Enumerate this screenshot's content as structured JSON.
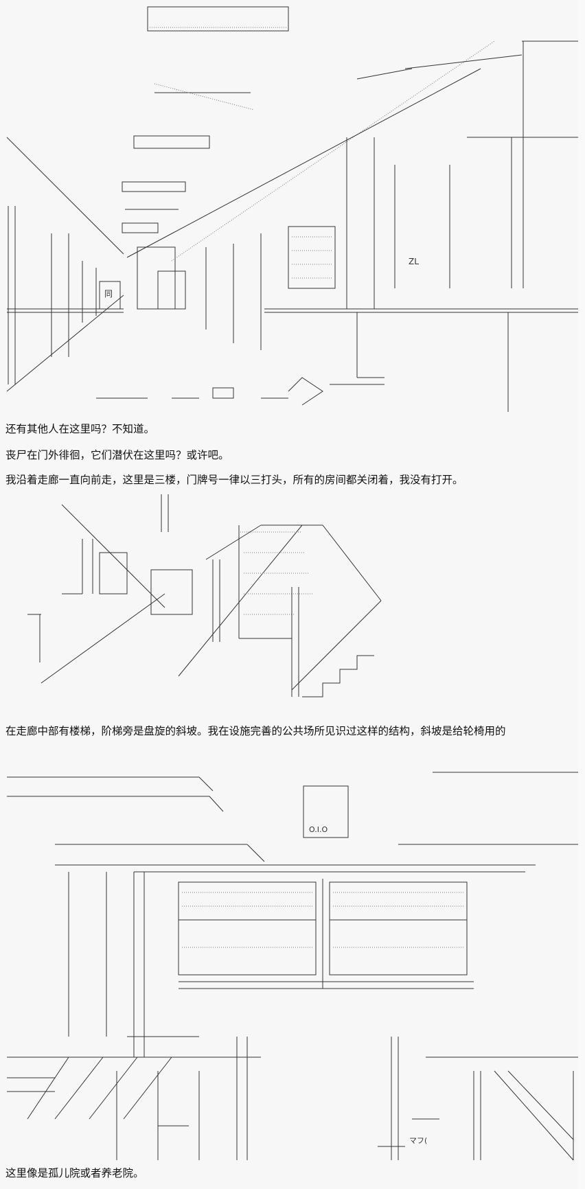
{
  "narration": [
    "还有其他人在这里吗？不知道。",
    "丧尸在门外徘徊，它们潜伏在这里吗？或许吧。",
    "我沿着走廊一直向前走，这里是三楼，门牌号一律以三打头，所有的房间都关闭着，我没有打开。",
    "在走廊中部有楼梯，阶梯旁是盘旋的斜坡。我在设施完善的公共场所见识过这样的结构，斜坡是给轮椅用的",
    "这里像是孤儿院或者养老院。"
  ],
  "art_labels": {
    "sign": "同",
    "door_sign": "ZL",
    "window_label": "O.I.O",
    "ma_label": "マフ("
  }
}
